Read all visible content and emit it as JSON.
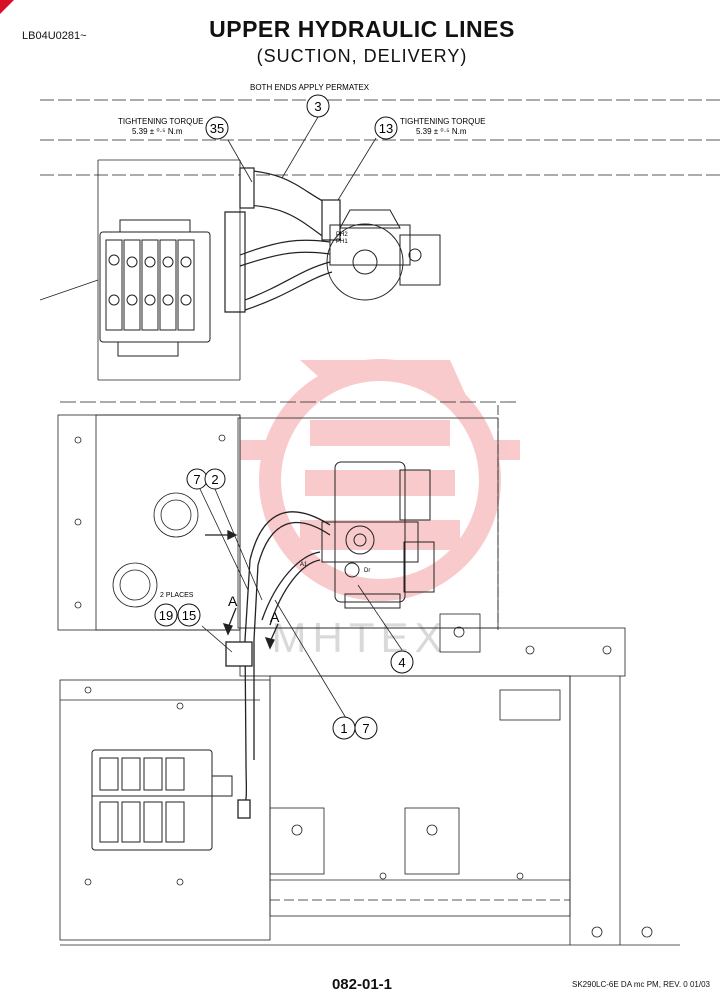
{
  "header": {
    "ref_code": "LB04U0281~",
    "title": "UPPER HYDRAULIC LINES",
    "subtitle": "(SUCTION, DELIVERY)"
  },
  "annotations": {
    "permatex_note": "BOTH ENDS APPLY PERMATEX",
    "torque_left_label": "TIGHTENING TORQUE",
    "torque_left_value": "5.39 ± ⁰·⁵ N.m",
    "torque_right_label": "TIGHTENING TORQUE",
    "torque_right_value": "5.39 ± ⁰·⁵ N.m",
    "places_note": "2 PLACES",
    "section_mark": "A",
    "port_ph2": "PH2",
    "port_ph1": "PH1",
    "port_a1": "A1",
    "port_dr": "Dr"
  },
  "callouts": {
    "c3": "3",
    "c35": "35",
    "c13": "13",
    "c7a": "7",
    "c2": "2",
    "c19": "19",
    "c15": "15",
    "c4": "4",
    "c1": "1",
    "c7b": "7"
  },
  "watermark": {
    "text": "MHTEX",
    "color": "#e8535b"
  },
  "footer": {
    "page_number": "082-01-1",
    "doc_ref": "SK290LC-6E DA mc PM, REV. 0 01/03"
  }
}
